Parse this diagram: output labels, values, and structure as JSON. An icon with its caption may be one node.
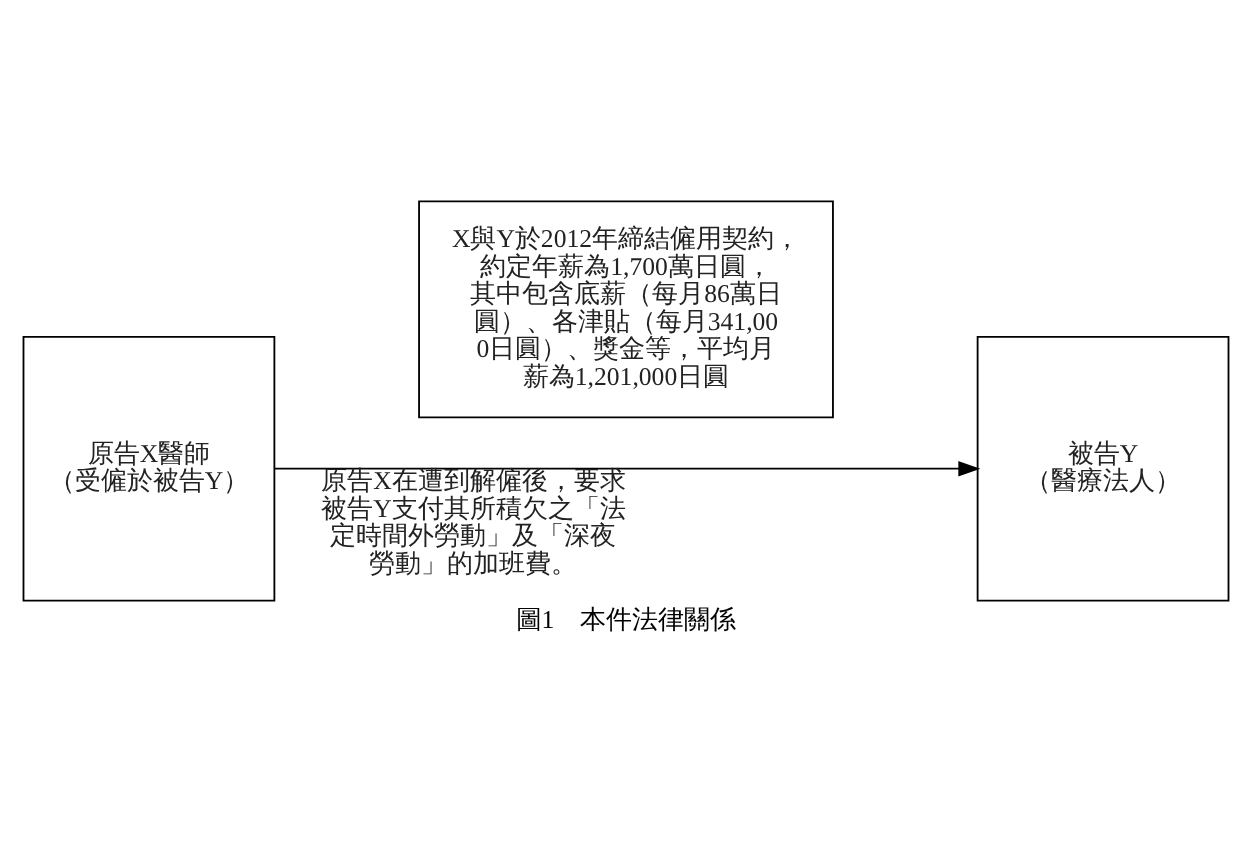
{
  "diagram": {
    "caption": "圖1　本件法律關係",
    "nodes": [
      {
        "text": [
          "X與Y於2012年締結僱用契約，約定年薪為1,700萬日圓，其中包含底薪（每月86萬日圓）、各津貼（每月341,000日圓）、獎金等，平均月薪為1,201,000日圓"
        ]
      },
      {
        "text": [
          "原告X醫師",
          "（受僱於被告Y）"
        ]
      },
      {
        "text": [
          "被告Y",
          "（醫療法人）"
        ]
      }
    ],
    "edges": [
      {
        "from": 1,
        "to": 2,
        "arrow": "to",
        "label": "原告X在遭到解僱後，要求被告Y支付其所積欠之「法定時間外勞動」及「深夜勞動」的加班費。"
      }
    ]
  }
}
